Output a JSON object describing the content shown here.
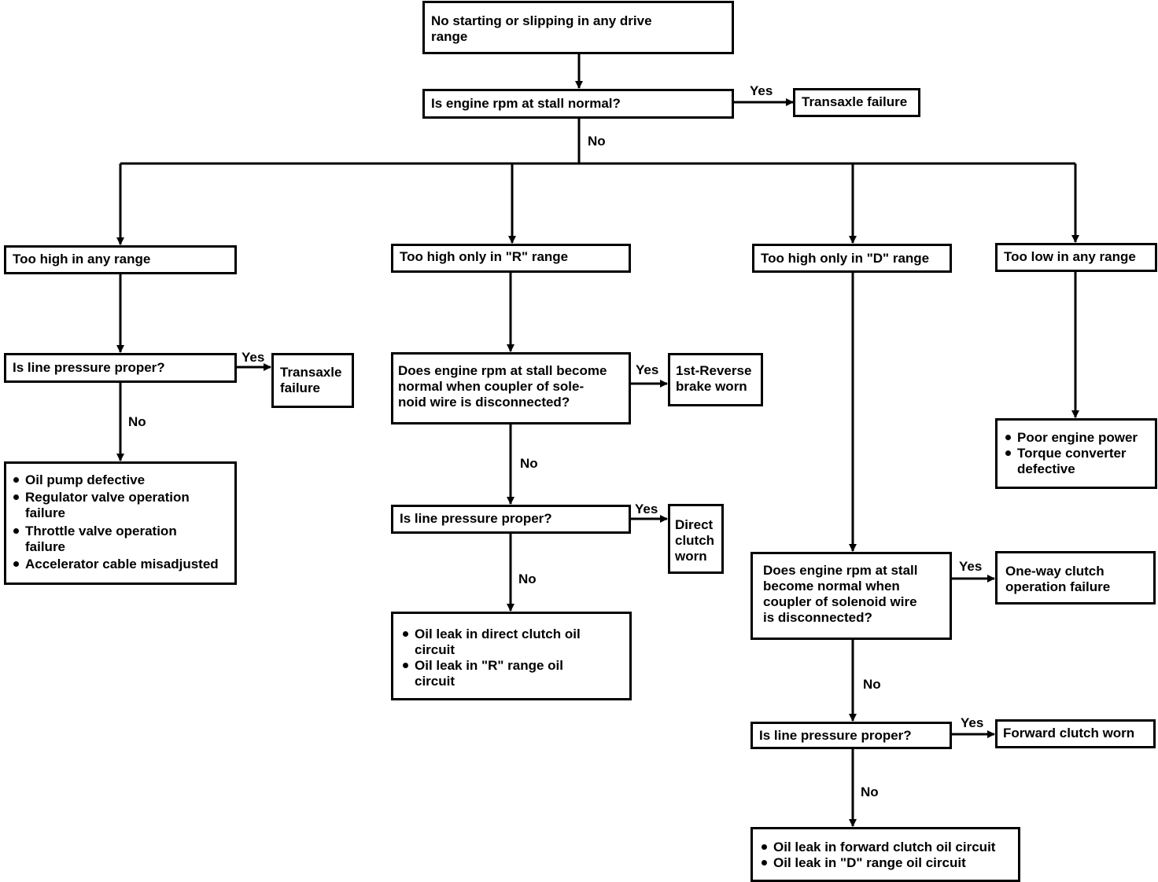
{
  "nodes": {
    "start": {
      "lines": [
        "No starting or slipping in any drive",
        "range"
      ]
    },
    "stall_normal": {
      "lines": [
        "Is engine rpm at stall normal?"
      ]
    },
    "transaxle_failure_top": {
      "lines": [
        "Transaxle failure"
      ]
    },
    "high_any": {
      "lines": [
        "Too high in any range"
      ]
    },
    "high_r": {
      "lines": [
        "Too high only in \"R\" range"
      ]
    },
    "high_d": {
      "lines": [
        "Too high only in \"D\" range"
      ]
    },
    "low_any": {
      "lines": [
        "Too low in any range"
      ]
    },
    "line_pressure_a": {
      "lines": [
        "Is line pressure proper?"
      ]
    },
    "transaxle_failure_a": {
      "lines": [
        "Transaxle",
        "failure"
      ]
    },
    "causes_a": {
      "items": [
        [
          "Oil pump defective"
        ],
        [
          "Regulator valve operation",
          "failure"
        ],
        [
          "Throttle valve operation",
          "failure"
        ],
        [
          "Accelerator cable misadjusted"
        ]
      ]
    },
    "rpm_r": {
      "lines": [
        "Does engine rpm at stall become",
        "normal when coupler of sole-",
        "noid wire is disconnected?"
      ]
    },
    "reverse_brake": {
      "lines": [
        "1st-Reverse",
        "brake worn"
      ]
    },
    "line_pressure_r": {
      "lines": [
        "Is line pressure proper?"
      ]
    },
    "direct_clutch": {
      "lines": [
        "Direct",
        "clutch",
        "worn"
      ]
    },
    "causes_r": {
      "items": [
        [
          "Oil leak in direct clutch oil",
          "circuit"
        ],
        [
          "Oil leak in \"R\" range oil",
          "circuit"
        ]
      ]
    },
    "rpm_d": {
      "lines": [
        "Does engine rpm at stall",
        "become normal when",
        "coupler of solenoid wire",
        "is disconnected?"
      ]
    },
    "one_way_clutch": {
      "lines": [
        "One-way clutch",
        "operation failure"
      ]
    },
    "line_pressure_d": {
      "lines": [
        "Is line pressure proper?"
      ]
    },
    "forward_clutch": {
      "lines": [
        "Forward clutch worn"
      ]
    },
    "causes_d": {
      "items": [
        [
          "Oil leak in forward clutch oil circuit"
        ],
        [
          "Oil leak in \"D\" range oil circuit"
        ]
      ]
    },
    "causes_low": {
      "items": [
        [
          "Poor engine power"
        ],
        [
          "Torque converter",
          "defective"
        ]
      ]
    }
  },
  "edge_labels": {
    "stall_yes": "Yes",
    "stall_no": "No",
    "lp_a_yes": "Yes",
    "lp_a_no": "No",
    "rpm_r_yes": "Yes",
    "rpm_r_no": "No",
    "lp_r_yes": "Yes",
    "lp_r_no": "No",
    "rpm_d_yes": "Yes",
    "rpm_d_no": "No",
    "lp_d_yes": "Yes",
    "lp_d_no": "No"
  }
}
